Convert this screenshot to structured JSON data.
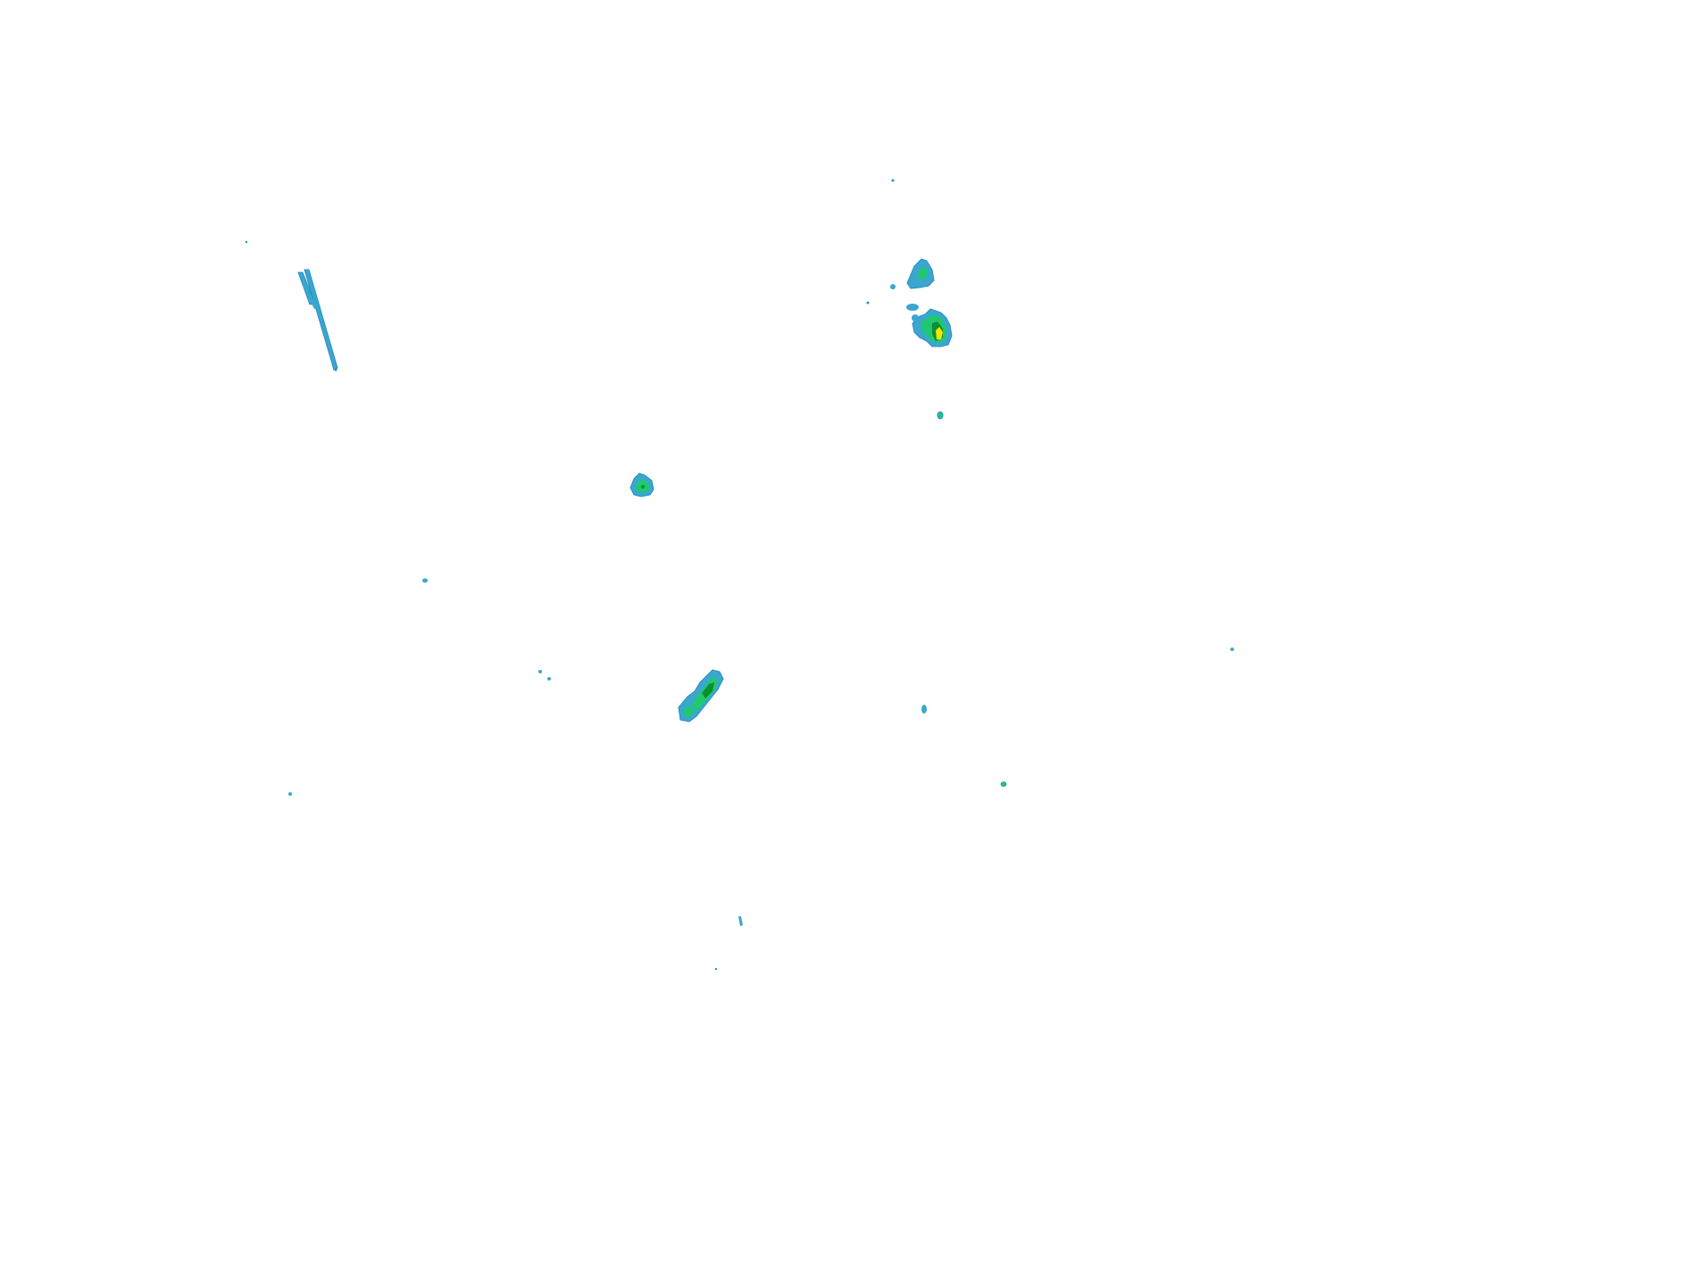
{
  "map": {
    "background_color": "#ffffff",
    "kind": "weather radar reflectivity overlay",
    "legend_visible": false,
    "labels_visible": false
  },
  "palette": {
    "light": "#3aa7cf",
    "medium": "#20c870",
    "heavy": "#0b8f2f",
    "intense": "#f2e600",
    "outline": "#2a8fbf"
  },
  "echo_cells": [
    {
      "id": "streak-northwest",
      "intensity": [
        "light"
      ]
    },
    {
      "id": "cell-north-upper",
      "intensity": [
        "light",
        "medium"
      ]
    },
    {
      "id": "cell-north-lower",
      "intensity": [
        "light",
        "medium",
        "heavy",
        "intense"
      ]
    },
    {
      "id": "cell-central",
      "intensity": [
        "light",
        "medium"
      ]
    },
    {
      "id": "band-south-central",
      "intensity": [
        "light",
        "medium",
        "heavy"
      ]
    },
    {
      "id": "speck-scattered",
      "intensity": [
        "light",
        "medium"
      ]
    }
  ]
}
